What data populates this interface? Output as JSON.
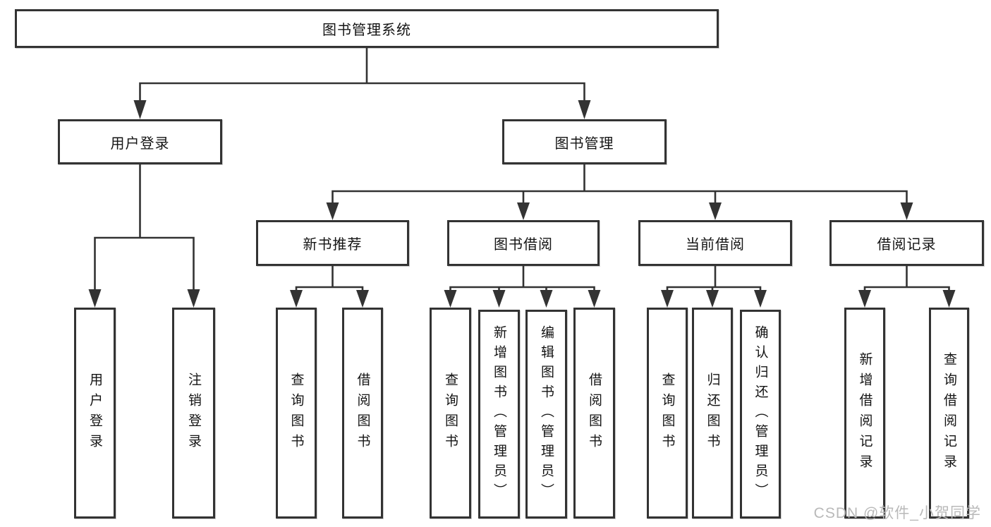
{
  "diagram": {
    "title": "图书管理系统",
    "type": "tree",
    "root": {
      "label": "图书管理系统"
    },
    "level2": [
      {
        "label": "用户登录"
      },
      {
        "label": "图书管理"
      }
    ],
    "level3": [
      {
        "label": "新书推荐",
        "parent": "图书管理"
      },
      {
        "label": "图书借阅",
        "parent": "图书管理"
      },
      {
        "label": "当前借阅",
        "parent": "图书管理"
      },
      {
        "label": "借阅记录",
        "parent": "图书管理"
      }
    ],
    "leaves": [
      {
        "label": "用户登录",
        "parent": "用户登录"
      },
      {
        "label": "注销登录",
        "parent": "用户登录"
      },
      {
        "label": "查询图书",
        "parent": "新书推荐"
      },
      {
        "label": "借阅图书",
        "parent": "新书推荐"
      },
      {
        "label": "查询图书",
        "parent": "图书借阅"
      },
      {
        "label": "新增图书（管理员）",
        "parent": "图书借阅"
      },
      {
        "label": "编辑图书（管理员）",
        "parent": "图书借阅"
      },
      {
        "label": "借阅图书",
        "parent": "图书借阅"
      },
      {
        "label": "查询图书",
        "parent": "当前借阅"
      },
      {
        "label": "归还图书",
        "parent": "当前借阅"
      },
      {
        "label": "确认归还（管理员）",
        "parent": "当前借阅"
      },
      {
        "label": "新增借阅记录",
        "parent": "借阅记录"
      },
      {
        "label": "查询借阅记录",
        "parent": "借阅记录"
      }
    ]
  },
  "watermark": "CSDN @软件_小贺同学",
  "colors": {
    "line": "#333333",
    "box_border": "#333333",
    "box_bg": "#ffffff",
    "text": "#141414",
    "watermark": "#b9b9b9"
  }
}
